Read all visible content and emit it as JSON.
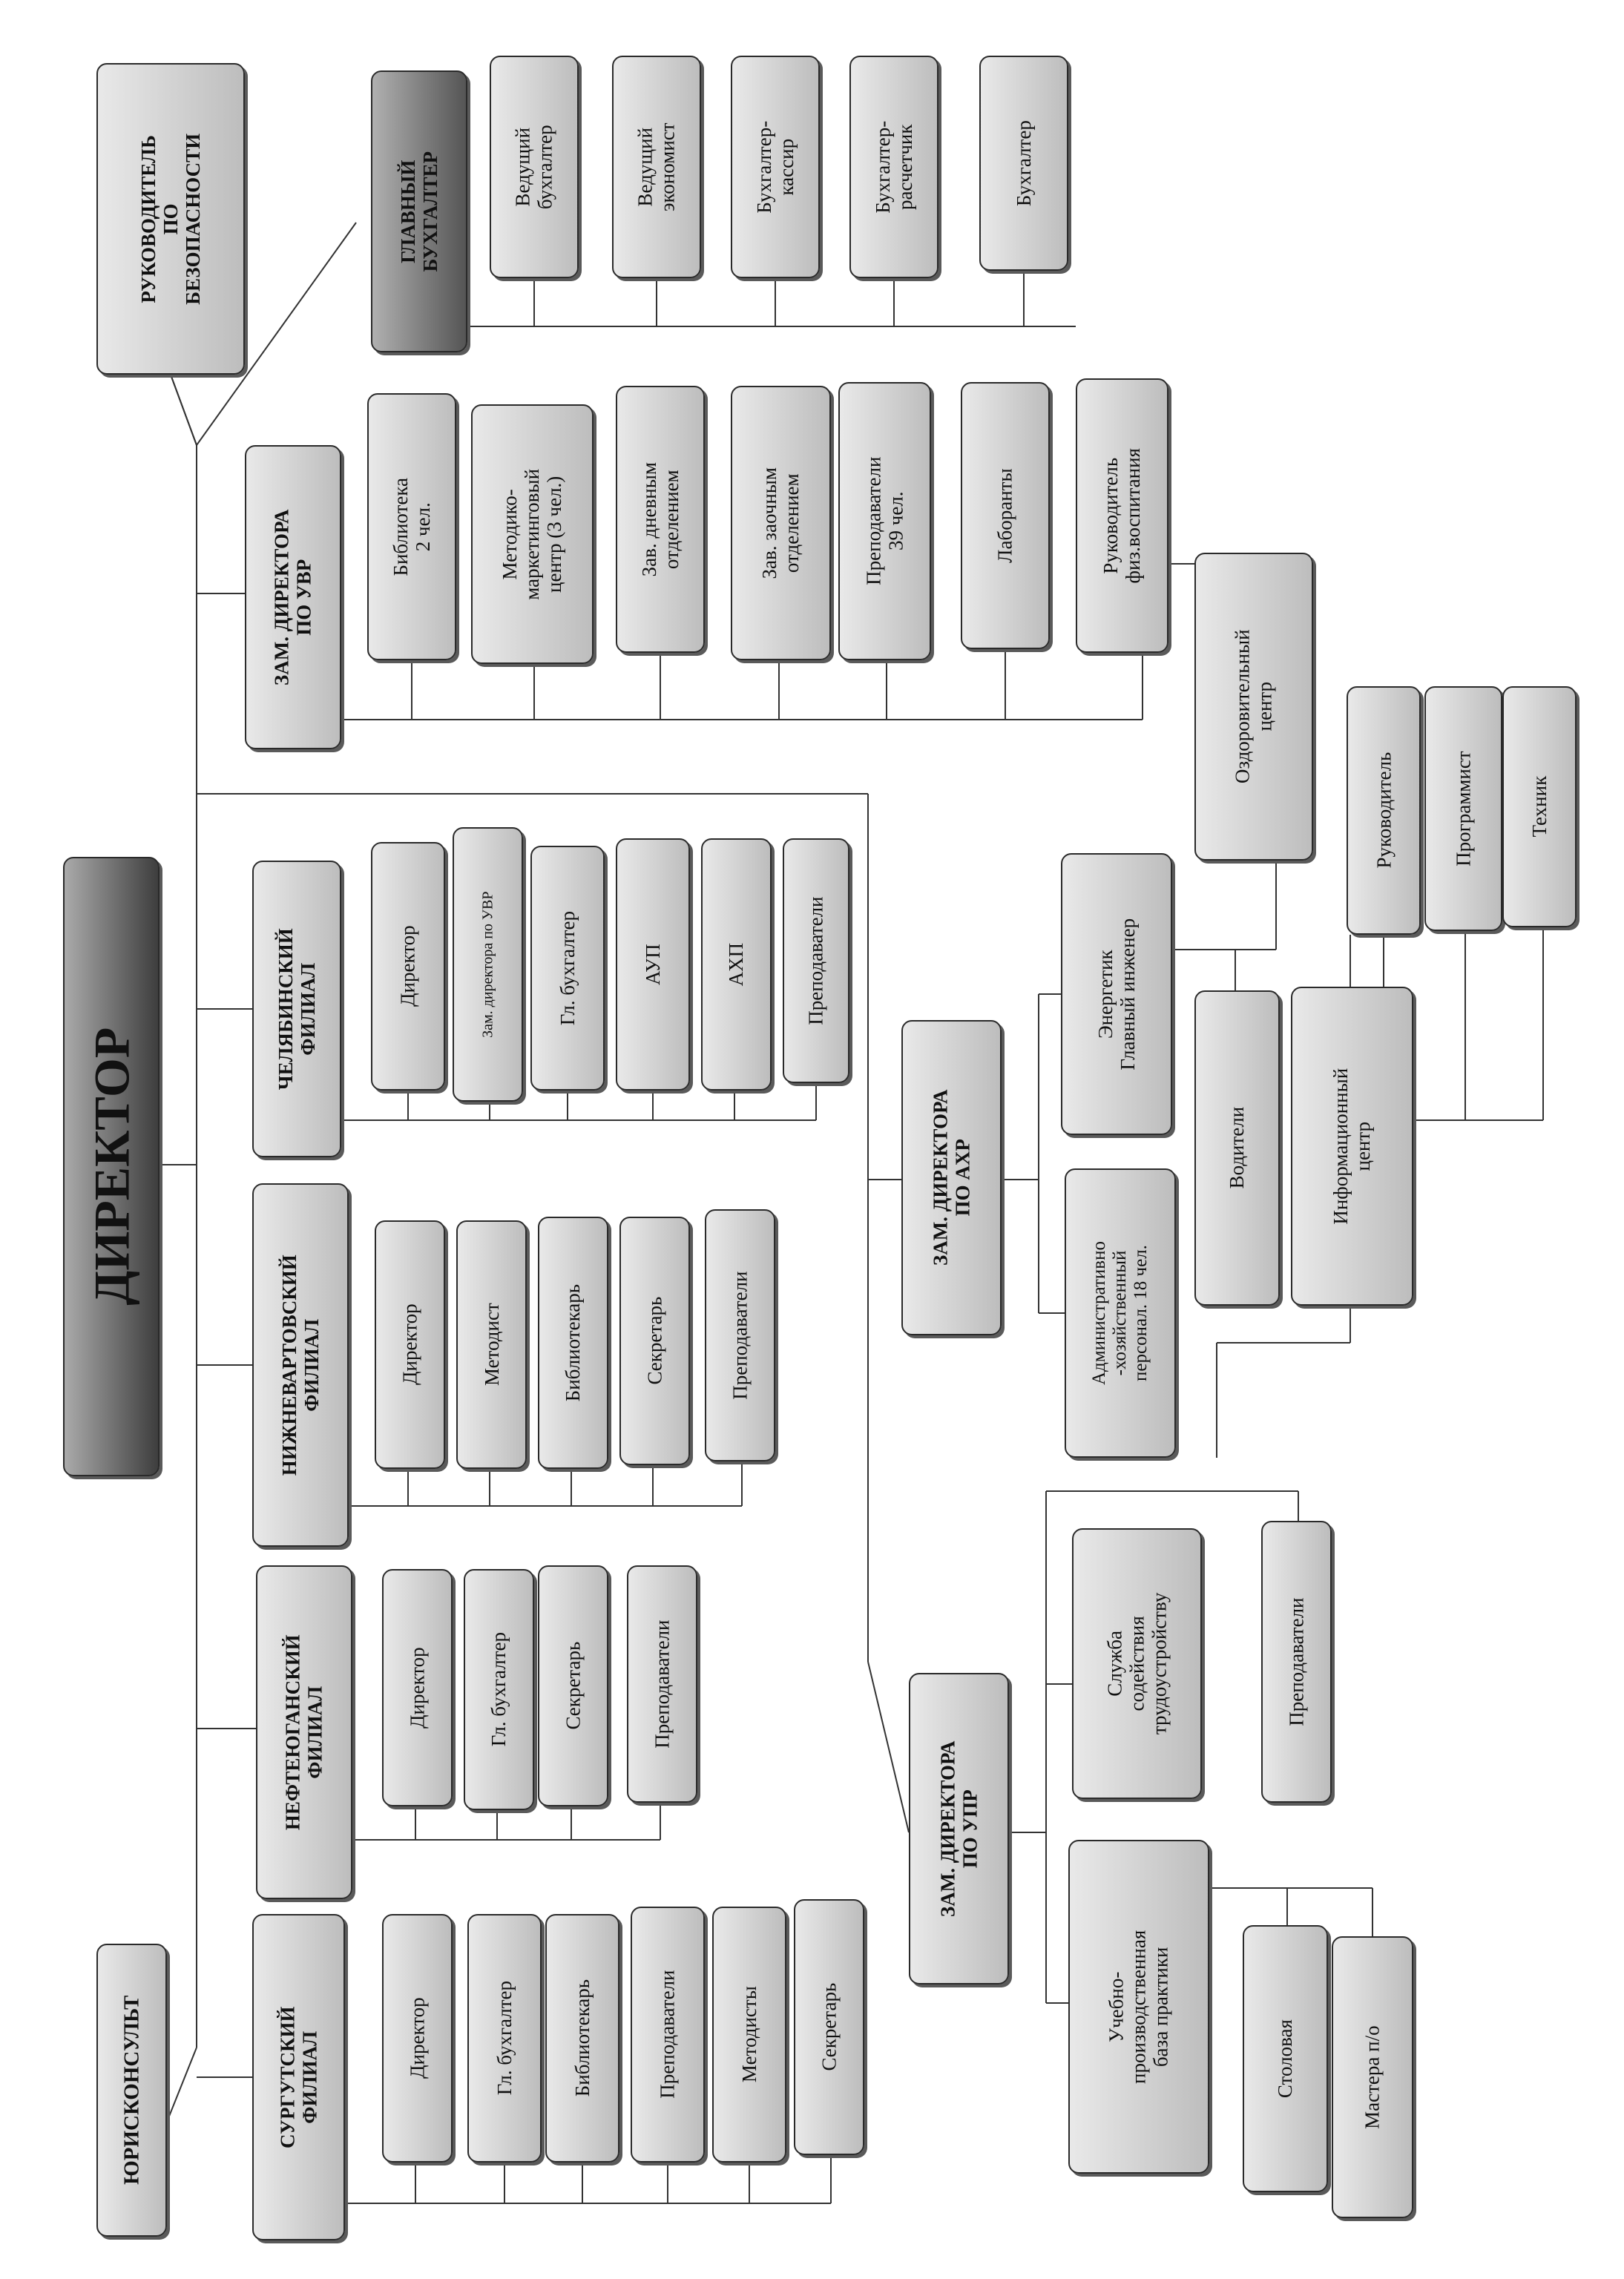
{
  "director": "ДИРЕКТОР",
  "security_head": "РУКОВОДИТЕЛЬ\nПО\nБЕЗОПАСНОСТИ",
  "lawyer": "ЮРИСКОНСУЛЬТ",
  "chief_accountant": {
    "title": "ГЛАВНЫЙ\nБУХГАЛТЕР",
    "staff": [
      "Ведущий\nбухгалтер",
      "Ведущий\nэкономист",
      "Бухгалтер-\nкассир",
      "Бухгалтер-\nрасчетчик",
      "Бухгалтер"
    ]
  },
  "deputy_uvr": {
    "title": "ЗАМ. ДИРЕКТОРА\nПО УВР",
    "staff": [
      "Библиотека\n2 чел.",
      "Методико-\nмаркетинговый\nцентр (3 чел.)",
      "Зав. дневным\nотделением",
      "Зав. заочным\nотделением",
      "Преподаватели\n39 чел.",
      "Лаборанты",
      "Руководитель\nфиз.воспитания"
    ],
    "health_center": "Оздоровительный\nцентр"
  },
  "branches": [
    {
      "title": "ЧЕЛЯБИНСКИЙ\nФИЛИАЛ",
      "staff": [
        "Директор",
        "Зам. директора по УВР",
        "Гл. бухгалтер",
        "АУП",
        "АХП",
        "Преподаватели"
      ]
    },
    {
      "title": "НИЖНЕВАРТОВСКИЙ\nФИЛИАЛ",
      "staff": [
        "Директор",
        "Методист",
        "Библиотекарь",
        "Секретарь",
        "Преподаватели"
      ]
    },
    {
      "title": "НЕФТЕЮГАНСКИЙ\nФИЛИАЛ",
      "staff": [
        "Директор",
        "Гл. бухгалтер",
        "Секретарь",
        "Преподаватели"
      ]
    },
    {
      "title": "СУРГУТСКИЙ\nФИЛИАЛ",
      "staff": [
        "Директор",
        "Гл. бухгалтер",
        "Библиотекарь",
        "Преподаватели",
        "Методисты",
        "Секретарь"
      ]
    }
  ],
  "deputy_ahr": {
    "title": "ЗАМ. ДИРЕКТОРА\nПО АХР",
    "energy": "Энергетик\nГлавный инженер",
    "admin_staff": "Административно\n-хозяйственный\nперсонал. 18 чел.",
    "drivers": "Водители",
    "info_center": "Информационный\nцентр",
    "it_staff": [
      "Руководитель",
      "Программист",
      "Техник"
    ]
  },
  "deputy_upr": {
    "title": "ЗАМ. ДИРЕКТОРА\nПО УПР",
    "employment": "Служба\nсодействия\nтрудоустройству",
    "teachers": "Преподаватели",
    "practice_base": "Учебно-\nпроизводственная\nбаза практики",
    "canteen": "Столовая",
    "masters": "Мастера п/о"
  }
}
